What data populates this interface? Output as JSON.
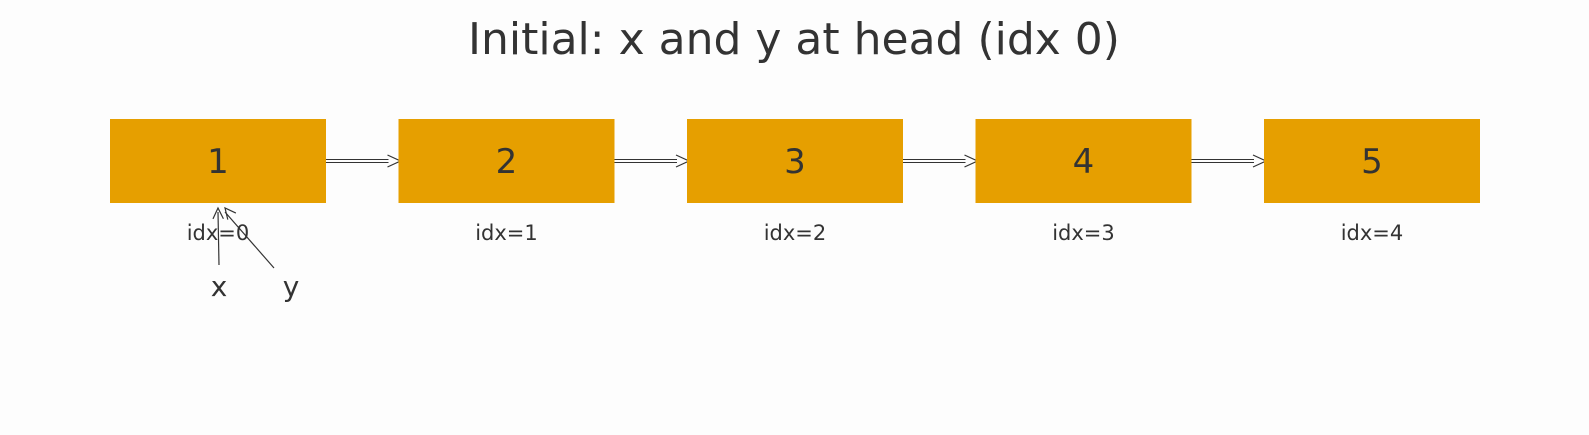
{
  "title": "Initial: x and y at head (idx 0)",
  "colors": {
    "node_fill": "#e69f00",
    "text": "#333333",
    "background": "#fdfdfd"
  },
  "nodes": [
    {
      "value": "1",
      "index_label": "idx=0"
    },
    {
      "value": "2",
      "index_label": "idx=1"
    },
    {
      "value": "3",
      "index_label": "idx=2"
    },
    {
      "value": "4",
      "index_label": "idx=3"
    },
    {
      "value": "5",
      "index_label": "idx=4"
    }
  ],
  "pointers": [
    {
      "name": "x",
      "target_index": 0
    },
    {
      "name": "y",
      "target_index": 0
    }
  ]
}
